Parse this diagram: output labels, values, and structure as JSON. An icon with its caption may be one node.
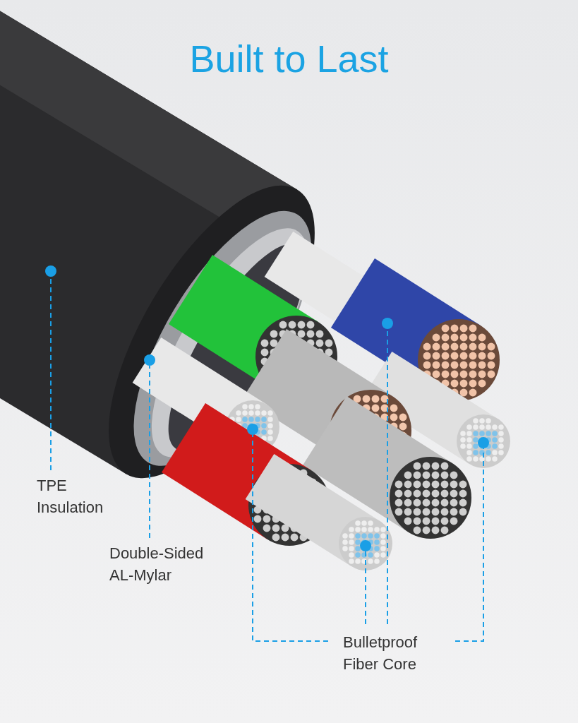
{
  "diagram": {
    "title": "Built to Last",
    "nodes": [
      {
        "text": [
          "TPE Insulation"
        ]
      },
      {
        "text": [],
        "shape": "circle"
      },
      {
        "text": [
          "Double-Sided AL-Mylar"
        ]
      },
      {
        "text": [],
        "shape": "circle"
      },
      {
        "text": [
          "Bulletproof Fiber Core"
        ]
      },
      {
        "text": [],
        "shape": "circle"
      },
      {
        "text": [],
        "shape": "circle"
      },
      {
        "text": [],
        "shape": "circle"
      },
      {
        "text": [],
        "shape": "circle"
      }
    ],
    "edges": [
      {
        "from": 0,
        "to": 1,
        "arrow": "none",
        "style": "dashed"
      },
      {
        "from": 2,
        "to": 3,
        "arrow": "none",
        "style": "dashed"
      },
      {
        "from": 4,
        "to": 5,
        "arrow": "none",
        "style": "dashed"
      },
      {
        "from": 4,
        "to": 6,
        "arrow": "none",
        "style": "dashed"
      },
      {
        "from": 4,
        "to": 7,
        "arrow": "none",
        "style": "dashed"
      },
      {
        "from": 4,
        "to": 8,
        "arrow": "none",
        "style": "dashed"
      }
    ]
  }
}
